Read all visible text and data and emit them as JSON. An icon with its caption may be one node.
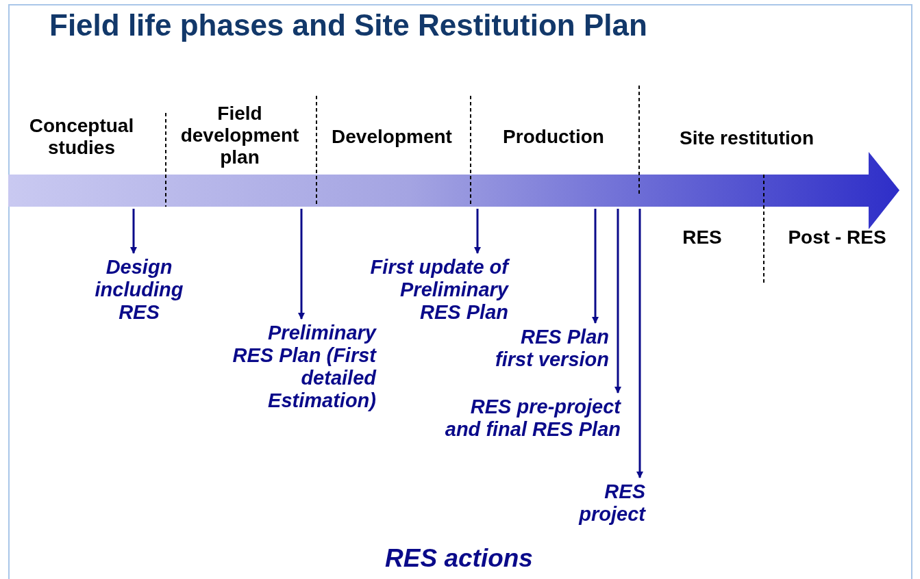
{
  "diagram": {
    "title": "Field life phases and Site Restitution Plan",
    "nodes": [
      {
        "text": [],
        "shape": "arrow"
      },
      {
        "text": [
          "Design including RES"
        ]
      },
      {
        "text": [
          "Preliminary RES Plan (First detailed Estimation)"
        ]
      },
      {
        "text": [
          "First update of Preliminary RES Plan"
        ]
      },
      {
        "text": [
          "RES Plan first version"
        ]
      },
      {
        "text": [
          "RES pre-project and final RES Plan"
        ]
      },
      {
        "text": [
          "RES project"
        ]
      }
    ],
    "edges": [
      {
        "from": 0,
        "to": 1,
        "arrow": "to"
      },
      {
        "from": 0,
        "to": 2,
        "arrow": "to"
      },
      {
        "from": 0,
        "to": 3,
        "arrow": "to"
      },
      {
        "from": 0,
        "to": 4,
        "arrow": "to"
      },
      {
        "from": 0,
        "to": 5,
        "arrow": "to"
      },
      {
        "from": 0,
        "to": 6,
        "arrow": "to"
      }
    ],
    "labels": [
      "Conceptual studies",
      "Field development plan",
      "Development",
      "Production",
      "Site restitution",
      "RES",
      "Post - RES",
      "RES actions"
    ]
  }
}
